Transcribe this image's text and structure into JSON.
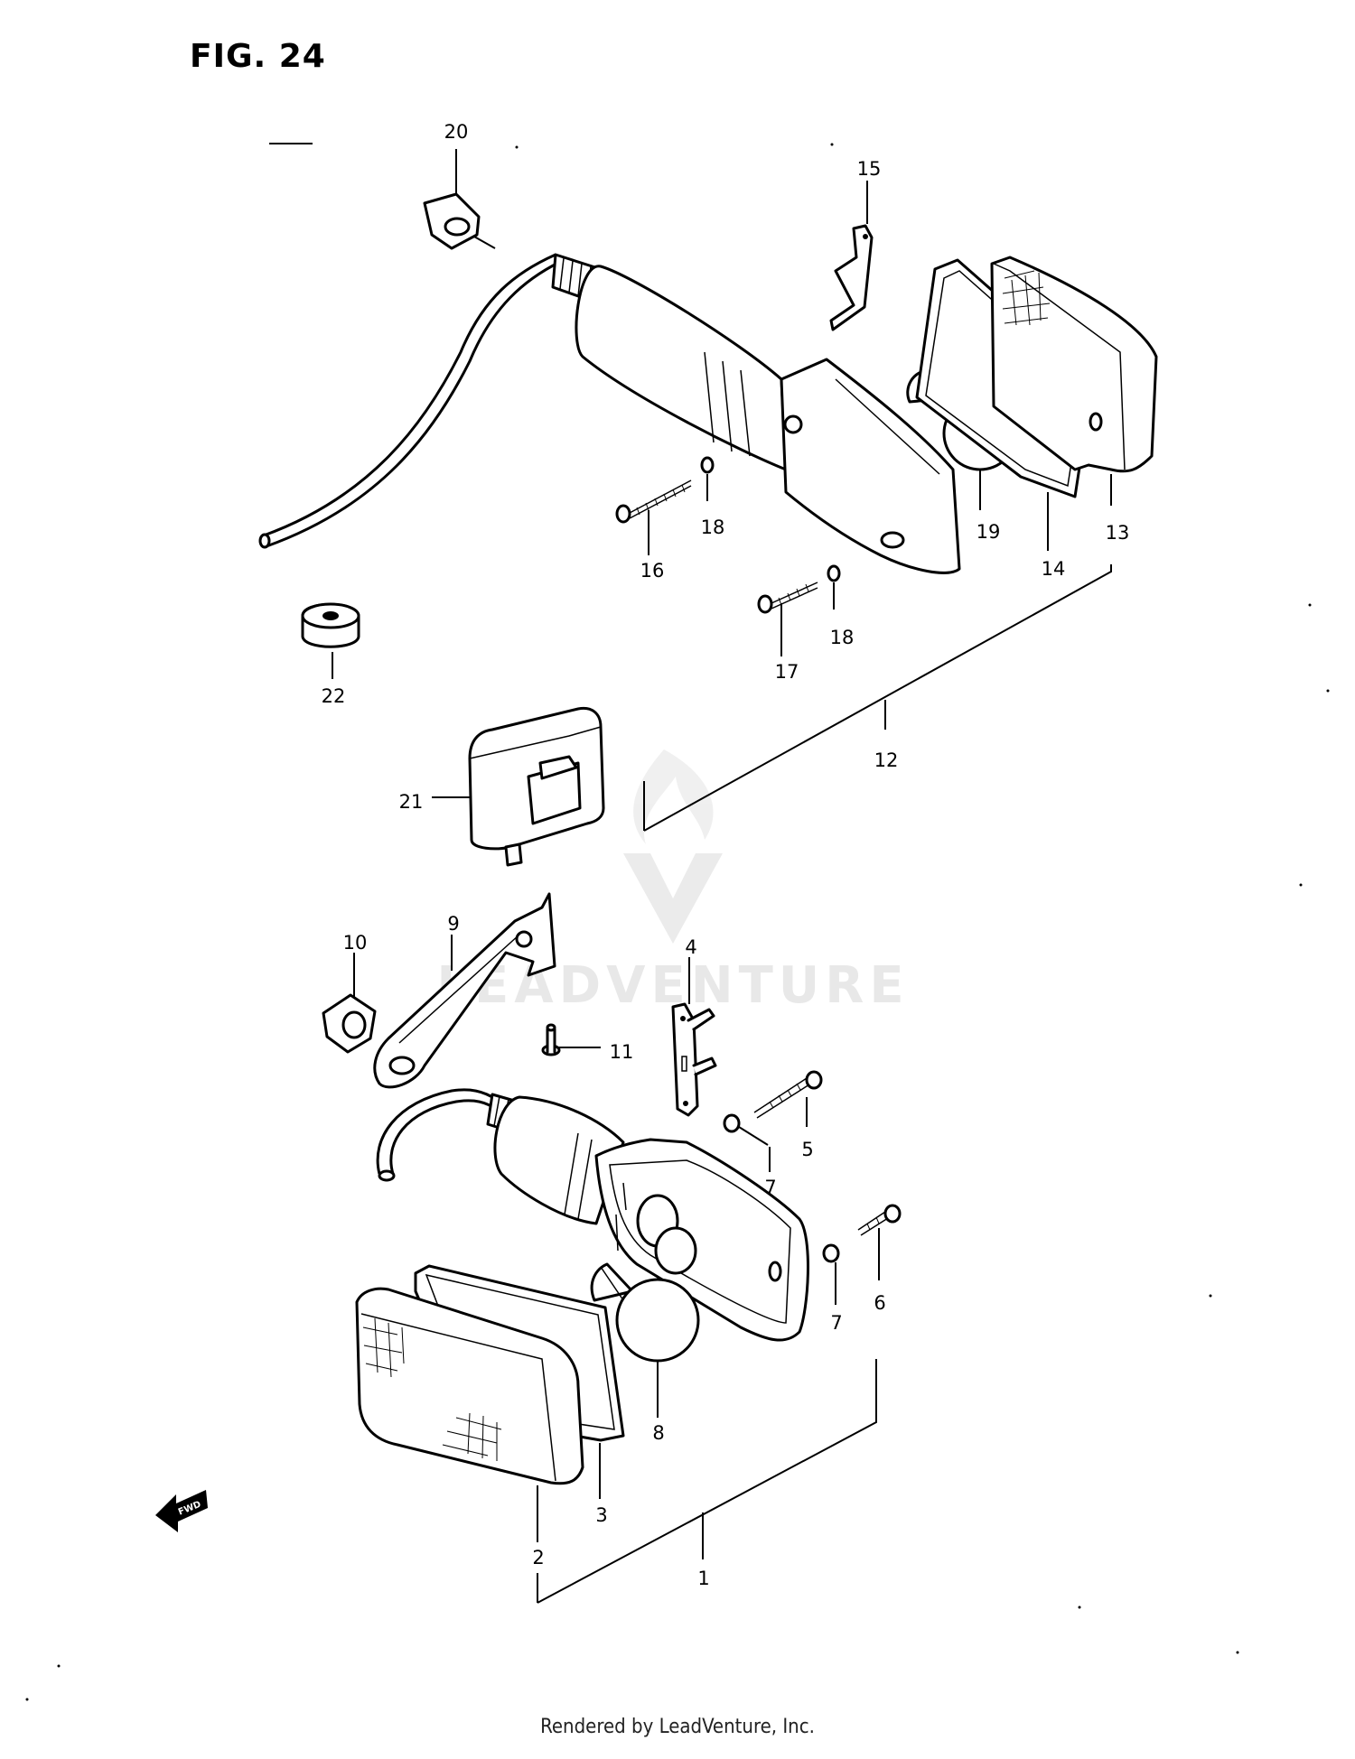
{
  "figure": {
    "title": "FIG. 24",
    "footer": "Rendered by LeadVenture, Inc.",
    "watermark": "LEADVENTURE",
    "fwd_label": "FWD"
  },
  "callouts": [
    {
      "id": "c1",
      "number": "1",
      "part": "turn signal assembly (front left)"
    },
    {
      "id": "c2",
      "number": "2",
      "part": "lens"
    },
    {
      "id": "c3",
      "number": "3",
      "part": "gasket"
    },
    {
      "id": "c4",
      "number": "4",
      "part": "terminal plate"
    },
    {
      "id": "c5",
      "number": "5",
      "part": "screw"
    },
    {
      "id": "c6",
      "number": "6",
      "part": "screw"
    },
    {
      "id": "c7a",
      "number": "7",
      "part": "washer"
    },
    {
      "id": "c7b",
      "number": "7",
      "part": "washer"
    },
    {
      "id": "c8",
      "number": "8",
      "part": "bulb"
    },
    {
      "id": "c9",
      "number": "9",
      "part": "bracket"
    },
    {
      "id": "c10",
      "number": "10",
      "part": "nut"
    },
    {
      "id": "c11",
      "number": "11",
      "part": "bolt"
    },
    {
      "id": "c12",
      "number": "12",
      "part": "turn signal assembly (front right)"
    },
    {
      "id": "c13",
      "number": "13",
      "part": "lens"
    },
    {
      "id": "c14",
      "number": "14",
      "part": "gasket"
    },
    {
      "id": "c15",
      "number": "15",
      "part": "terminal plate"
    },
    {
      "id": "c16",
      "number": "16",
      "part": "screw"
    },
    {
      "id": "c17",
      "number": "17",
      "part": "screw"
    },
    {
      "id": "c18a",
      "number": "18",
      "part": "washer"
    },
    {
      "id": "c18b",
      "number": "18",
      "part": "washer"
    },
    {
      "id": "c19",
      "number": "19",
      "part": "bulb"
    },
    {
      "id": "c20",
      "number": "20",
      "part": "nut"
    },
    {
      "id": "c21",
      "number": "21",
      "part": "relay"
    },
    {
      "id": "c22",
      "number": "22",
      "part": "cushion"
    }
  ]
}
